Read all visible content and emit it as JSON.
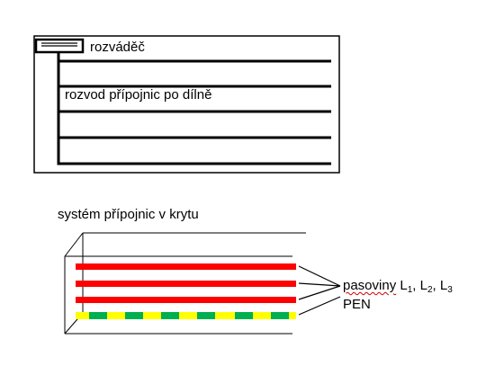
{
  "top_diagram": {
    "distributor_label": "rozváděč",
    "route_label": "rozvod přípojnic po dílně"
  },
  "bottom_diagram": {
    "title": "systém přípojnic v krytu",
    "bars_label_word": "pasoviny",
    "phases": [
      {
        "letter": "L",
        "index": "1",
        "sep": ","
      },
      {
        "letter": "L",
        "index": "2",
        "sep": ","
      },
      {
        "letter": "L",
        "index": "3",
        "sep": ""
      }
    ],
    "pen_label": "PEN"
  },
  "colors": {
    "phase_bar": "#ff0000",
    "pen_yellow": "#ffff00",
    "pen_green": "#00b050",
    "line": "#000000"
  }
}
